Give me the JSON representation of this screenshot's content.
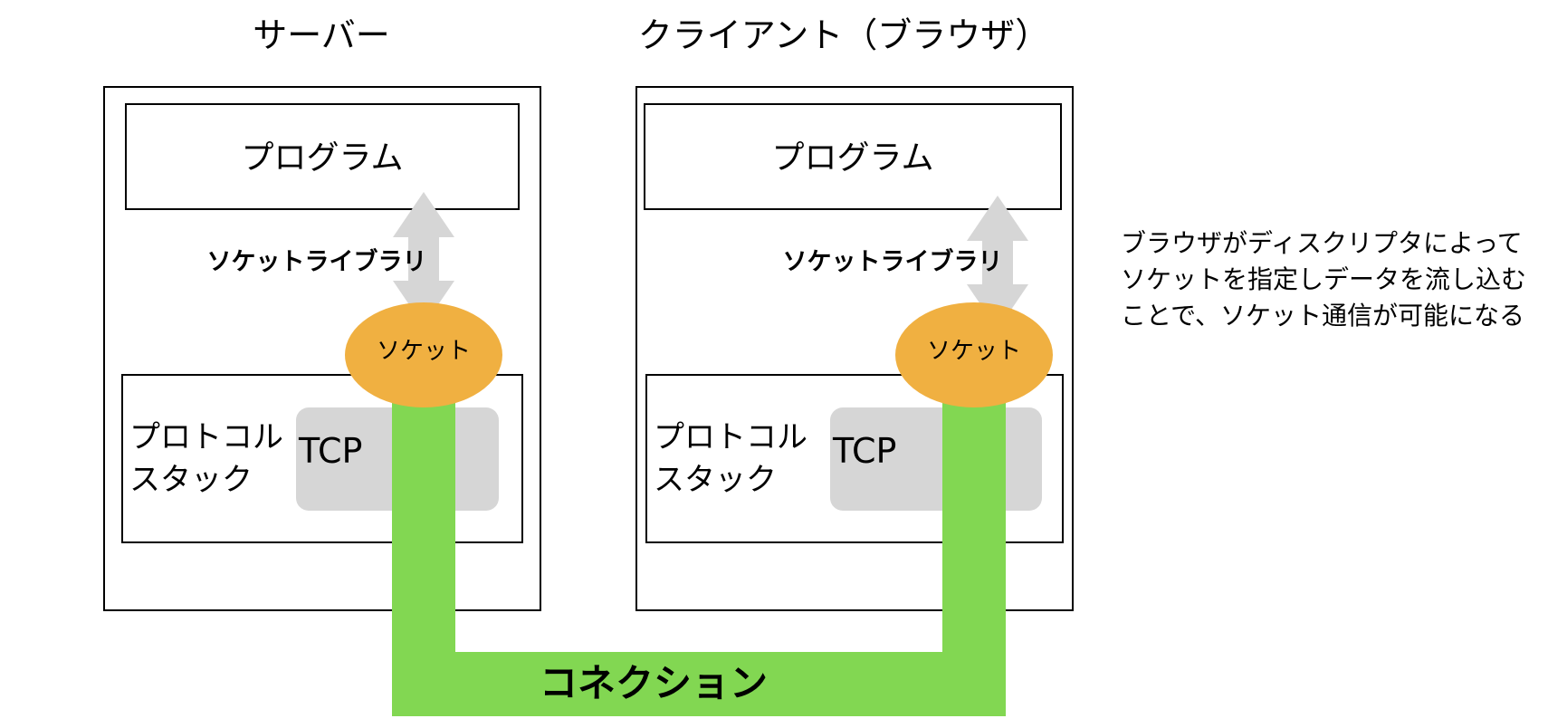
{
  "server": {
    "title": "サーバー",
    "program_label": "プログラム",
    "library_label": "ソケットライブラリ",
    "socket_label": "ソケット",
    "protocol_stack_label": [
      "プロトコル",
      "スタック"
    ],
    "tcp_label": "TCP"
  },
  "client": {
    "title": "クライアント（ブラウザ）",
    "program_label": "プログラム",
    "library_label": "ソケットライブラリ",
    "socket_label": "ソケット",
    "protocol_stack_label": [
      "プロトコル",
      "スタック"
    ],
    "tcp_label": "TCP"
  },
  "connection_label": "コネクション",
  "note_lines": [
    "ブラウザがディスクリプタによって",
    "ソケットを指定しデータを流し込む",
    "ことで、ソケット通信が可能になる"
  ],
  "colors": {
    "socket": "#F0B041",
    "connection": "#82D752",
    "arrow": "#D6D6D6",
    "tcp_box": "#D6D6D6",
    "stroke": "#000000"
  }
}
